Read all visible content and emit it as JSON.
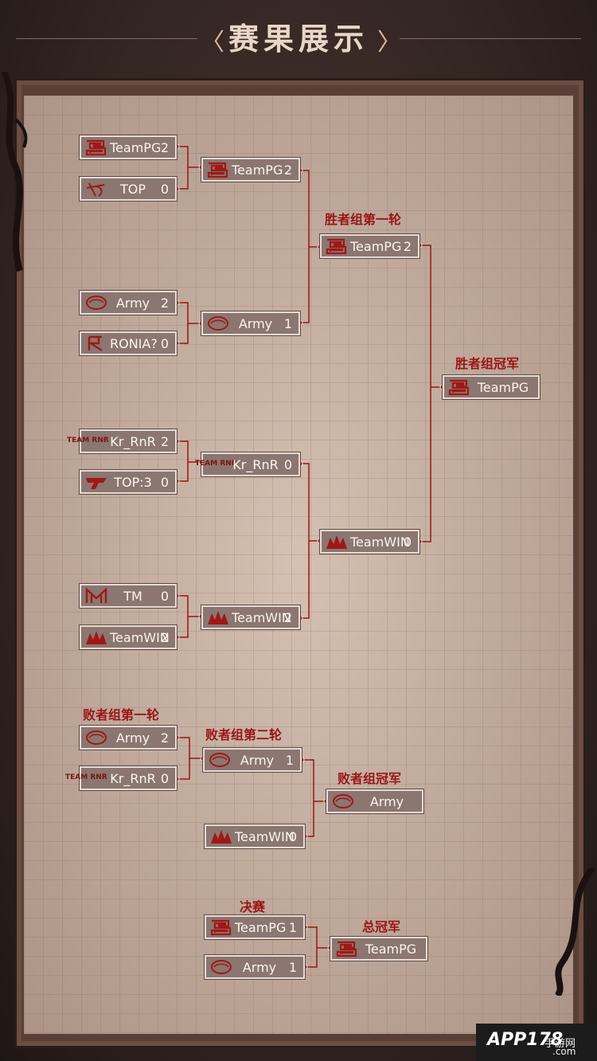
{
  "header": {
    "title": "赛果展示"
  },
  "labels": {
    "winners_round1": "胜者组第一轮",
    "winners_champion": "胜者组冠军",
    "losers_round1": "败者组第一轮",
    "losers_round2": "败者组第二轮",
    "losers_champion": "败者组冠军",
    "final": "决赛",
    "grand_champion": "总冠军"
  },
  "matches": {
    "qf1": [
      {
        "team": "TeamPG",
        "score": "2",
        "logo": "pg-logo"
      },
      {
        "team": "TOP",
        "score": "0",
        "logo": "top-logo"
      }
    ],
    "qf2": [
      {
        "team": "Army",
        "score": "2",
        "logo": "army-logo"
      },
      {
        "team": "RONIA?",
        "score": "0",
        "logo": "ronia-logo"
      }
    ],
    "qf3": [
      {
        "team": "Kr_RnR",
        "score": "2",
        "logo": "rnr-logo"
      },
      {
        "team": "TOP:3",
        "score": "0",
        "logo": "top3-logo"
      }
    ],
    "qf4": [
      {
        "team": "TM",
        "score": "0",
        "logo": "tm-logo"
      },
      {
        "team": "TeamWIN",
        "score": "2",
        "logo": "win-logo"
      }
    ],
    "sf1": [
      {
        "team": "TeamPG",
        "score": "2",
        "logo": "pg-logo"
      },
      {
        "team": "Army",
        "score": "1",
        "logo": "army-logo"
      }
    ],
    "sf2": [
      {
        "team": "Kr_RnR",
        "score": "0",
        "logo": "rnr-logo"
      },
      {
        "team": "TeamWIN",
        "score": "2",
        "logo": "win-logo"
      }
    ],
    "wf": [
      {
        "team": "TeamPG",
        "score": "2",
        "logo": "pg-logo"
      },
      {
        "team": "TeamWIN",
        "score": "0",
        "logo": "win-logo"
      }
    ],
    "wchamp": {
      "team": "TeamPG",
      "logo": "pg-logo"
    },
    "lr1": [
      {
        "team": "Army",
        "score": "2",
        "logo": "army-logo"
      },
      {
        "team": "Kr_RnR",
        "score": "0",
        "logo": "rnr-logo"
      }
    ],
    "lr2": [
      {
        "team": "Army",
        "score": "1",
        "logo": "army-logo"
      },
      {
        "team": "TeamWIN",
        "score": "0",
        "logo": "win-logo"
      }
    ],
    "lchamp": {
      "team": "Army",
      "logo": "army-logo"
    },
    "final": [
      {
        "team": "TeamPG",
        "score": "1",
        "logo": "pg-logo"
      },
      {
        "team": "Army",
        "score": "1",
        "logo": "army-logo"
      }
    ],
    "champ": {
      "team": "TeamPG",
      "logo": "pg-logo"
    }
  },
  "logo_text": {
    "rnr": "TEAM RNR"
  },
  "watermark": {
    "brand": "APP178",
    "sub": "手游网",
    "domain": ".com"
  },
  "colors": {
    "accent": "#9a1515",
    "box": "#8b7770",
    "box_border": "#e8dcd5",
    "paper": "#c7b1a2"
  }
}
